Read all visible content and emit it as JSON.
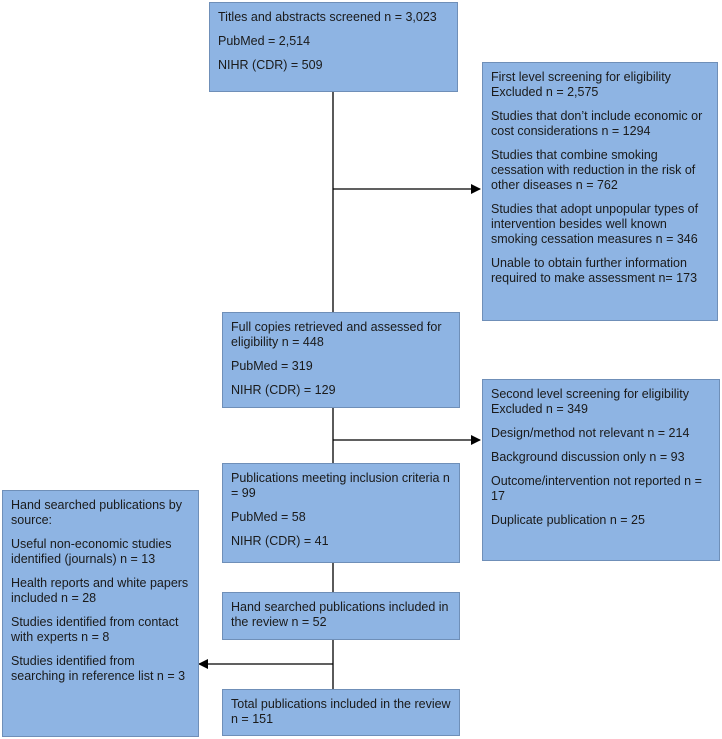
{
  "boxes": {
    "screened": {
      "lines": [
        "Titles and abstracts screened n = 3,023",
        "PubMed = 2,514",
        "NIHR (CDR) = 509"
      ]
    },
    "excluded_first": {
      "lines": [
        "First level screening for eligibility Excluded n = 2,575",
        "Studies that don’t include economic or cost considerations n = 1294",
        "Studies that combine smoking cessation with reduction in the risk of other diseases n = 762",
        "Studies that adopt unpopular types of intervention besides well known smoking cessation measures n = 346",
        "Unable to obtain further information required to make assessment n= 173"
      ]
    },
    "full_copies": {
      "lines": [
        "Full copies retrieved and assessed for eligibility n = 448",
        "PubMed = 319",
        "NIHR (CDR) = 129"
      ]
    },
    "excluded_second": {
      "lines": [
        "Second level screening for eligibility Excluded n = 349",
        "Design/method not relevant n = 214",
        "Background discussion only n = 93",
        "Outcome/intervention not reported n = 17",
        "Duplicate publication n = 25"
      ]
    },
    "inclusion": {
      "lines": [
        "Publications meeting inclusion criteria n = 99",
        "PubMed = 58",
        "NIHR (CDR) = 41"
      ]
    },
    "hand_sources": {
      "lines": [
        "Hand searched publications by source:",
        "Useful non-economic studies identified (journals) n = 13",
        "Health reports and white papers included n = 28",
        "Studies identified from contact with experts n = 8",
        "Studies identified from searching in reference list n = 3"
      ]
    },
    "hand_included": {
      "lines": [
        "Hand searched publications included in the review n = 52"
      ]
    },
    "total": {
      "lines": [
        "Total publications included in the review n = 151"
      ]
    }
  }
}
